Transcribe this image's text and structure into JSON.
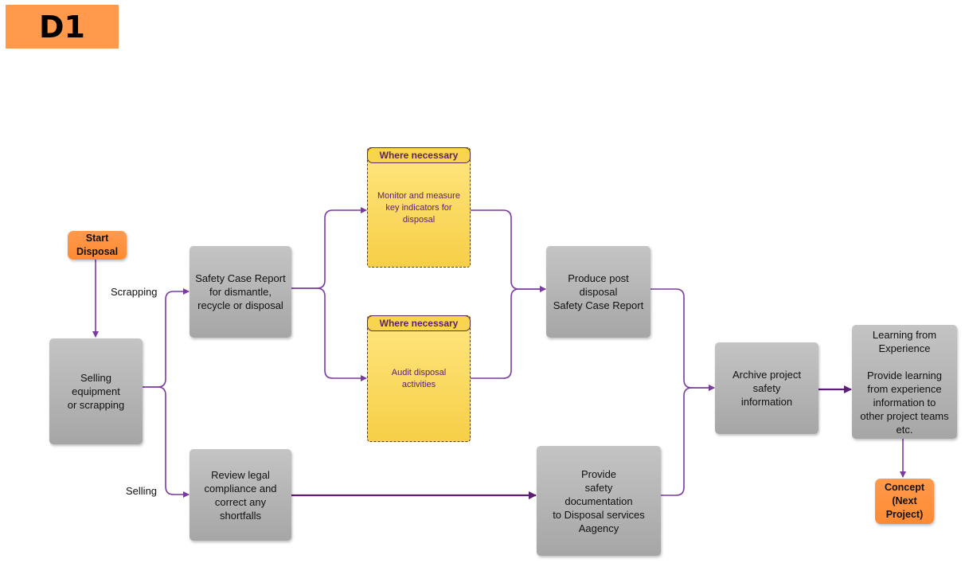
{
  "header": {
    "title": "D1"
  },
  "colors": {
    "edge": "#7a3aa0",
    "edge_dark": "#5a1e73",
    "terminal": "#ff8a33",
    "process": "#b3b3b3",
    "note": "#f9d54d"
  },
  "nodes": {
    "start": "Start\nDisposal",
    "selling_or_scrapping": "Selling\nequipment\nor scrapping",
    "safety_case_report": "Safety Case Report\nfor dismantle,\nrecycle or disposal",
    "review_legal": "Review legal\ncompliance and\ncorrect any\nshortfalls",
    "monitor": {
      "header": "Where necessary",
      "body": "Monitor and measure\nkey indicators for\ndisposal"
    },
    "audit": {
      "header": "Where necessary",
      "body": "Audit disposal\nactivities"
    },
    "produce_post": "Produce post\ndisposal\nSafety Case Report",
    "provide_safety_docs": "Provide\nsafety\ndocumentation\nto Disposal services\nAagency",
    "archive": "Archive project\nsafety\ninformation",
    "learning": "Learning from\nExperience\n\nProvide learning\nfrom experience\ninformation to\nother project teams\netc.",
    "concept": "Concept\n(Next\nProject)"
  },
  "edge_labels": {
    "scrapping": "Scrapping",
    "selling": "Selling"
  }
}
